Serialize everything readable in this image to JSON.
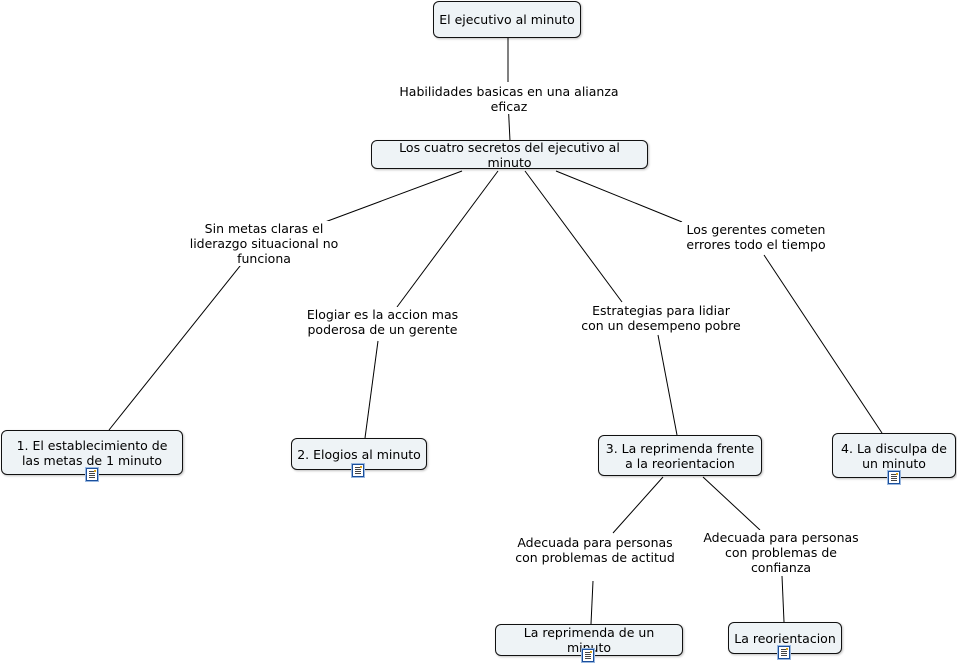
{
  "nodes": {
    "root": "El ejecutivo al minuto",
    "secrets": "Los cuatro secretos del ejecutivo al minuto",
    "n1": "1. El establecimiento de las metas de 1 minuto",
    "n2": "2. Elogios al minuto",
    "n3": "3. La reprimenda frente a la reorientacion",
    "n4": "4. La disculpa de un minuto",
    "n5": "La reprimenda de un minuto",
    "n6": "La reorientacion"
  },
  "links": {
    "l0": "Habilidades basicas en una alianza eficaz",
    "l1": "Sin metas claras el liderazgo situacional no funciona",
    "l2": "Elogiar es la accion mas poderosa de un gerente",
    "l3": "Estrategias para lidiar con un desempeno pobre",
    "l4": "Los gerentes cometen errores todo el tiempo",
    "l5": "Adecuada para personas con problemas de actitud",
    "l6": "Adecuada para personas con problemas de confianza"
  },
  "icons": {
    "resource": "document-icon"
  }
}
